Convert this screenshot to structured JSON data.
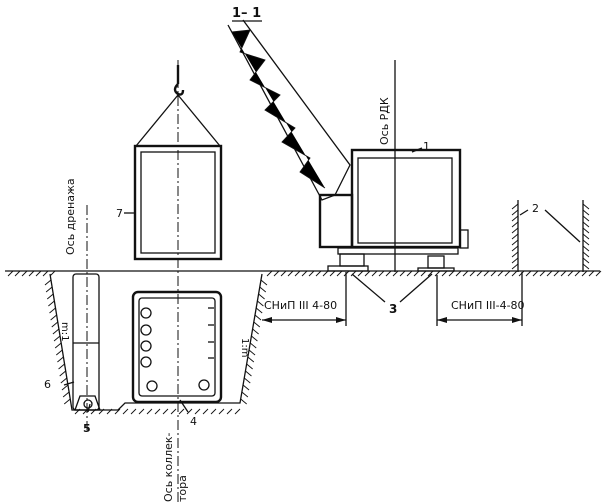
{
  "title": "1– 1",
  "axes": {
    "rdk": "Ось РДК",
    "drainage": "Ось дренажа",
    "collector_line1": "Ось коллек-",
    "collector_line2": "тора"
  },
  "dimensions": {
    "left": "СНиП III 4-80",
    "right": "СНиП III-4-80"
  },
  "slopes": {
    "left": "m:1",
    "right": "1:m"
  },
  "callouts": [
    "1",
    "2",
    "3",
    "4",
    "5",
    "6",
    "7"
  ]
}
